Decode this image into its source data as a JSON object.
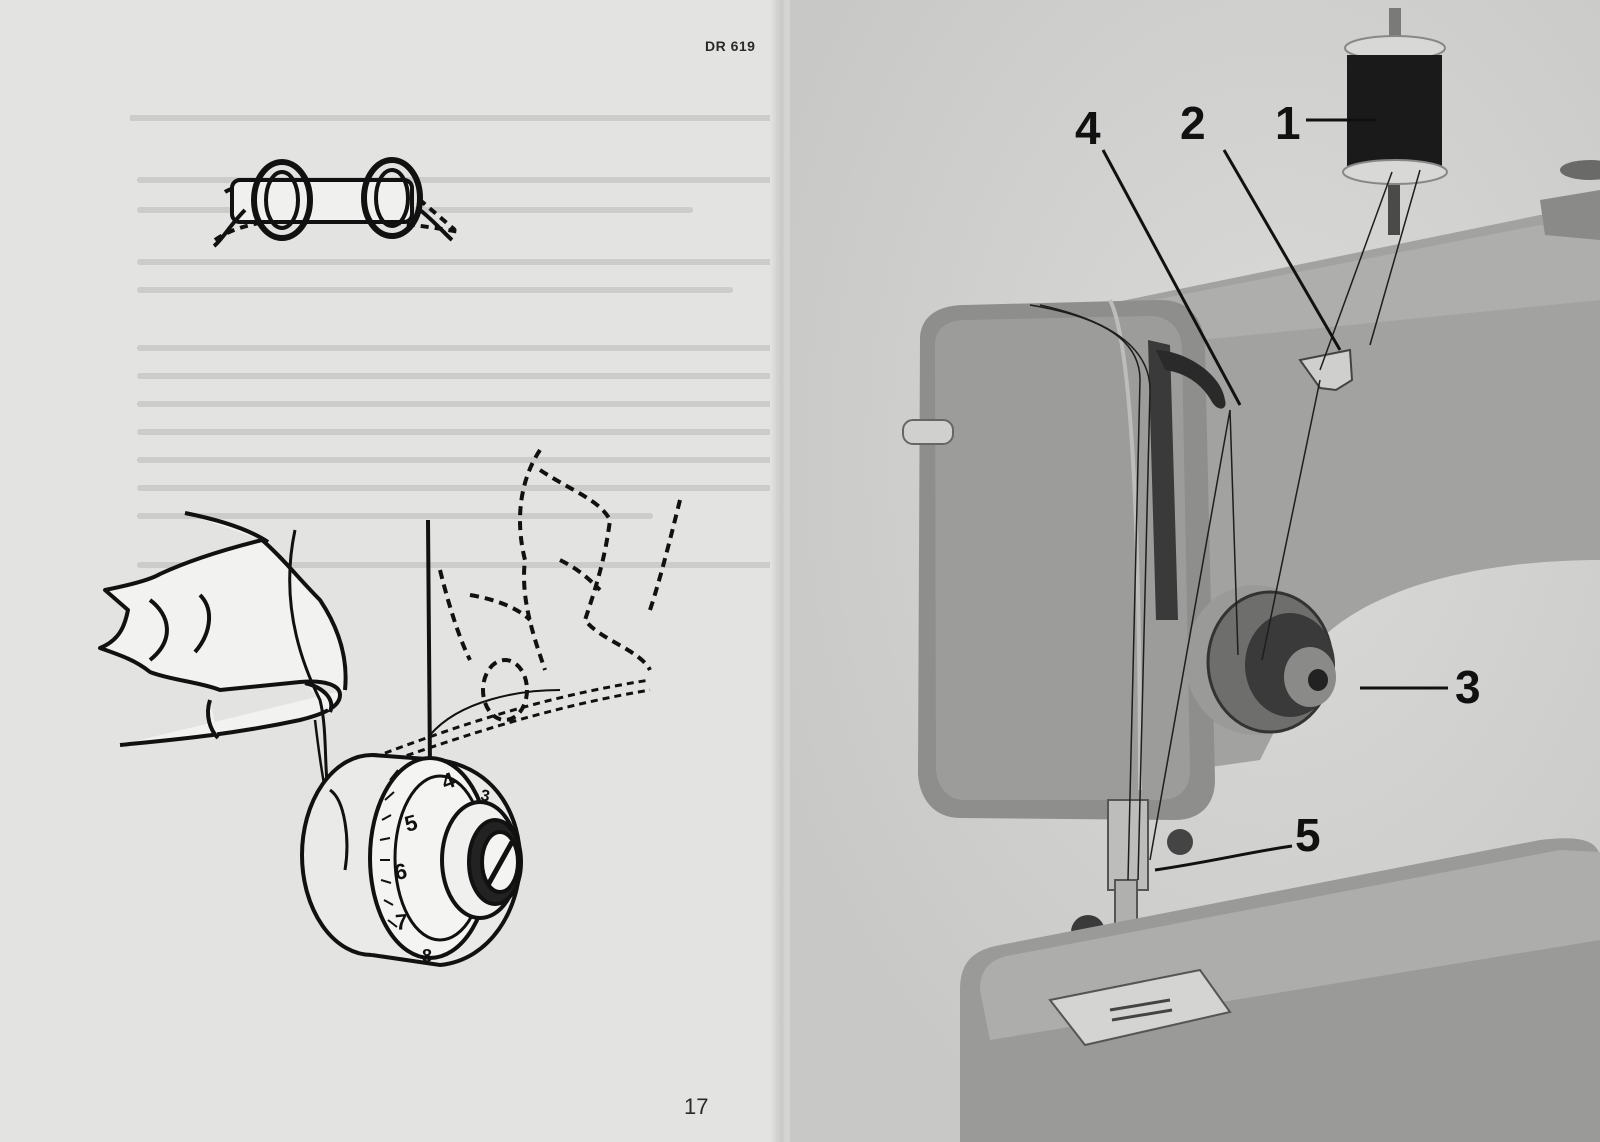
{
  "page": {
    "doc_code": "DR 619",
    "page_number": "17"
  },
  "callouts": {
    "c1": "1",
    "c2": "2",
    "c3": "3",
    "c4": "4",
    "c5": "5"
  },
  "dial_numbers": [
    "3",
    "4",
    "5",
    "6",
    "7",
    "8"
  ],
  "colors": {
    "paper": "#e3e3e1",
    "ink": "#111111",
    "machine": "#9a9a98"
  }
}
